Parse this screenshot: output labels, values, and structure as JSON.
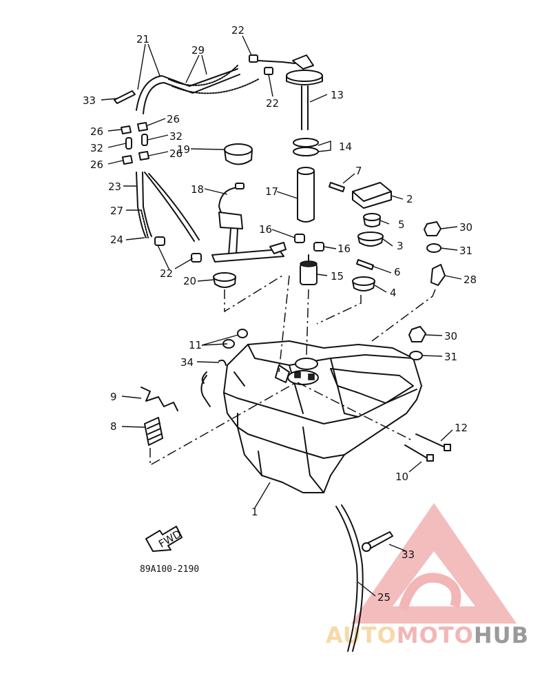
{
  "diagram": {
    "drawing_code": "89A100-2190",
    "fwd_label": "FWD",
    "callouts": [
      {
        "id": "c1",
        "text": "1"
      },
      {
        "id": "c2",
        "text": "2"
      },
      {
        "id": "c3",
        "text": "3"
      },
      {
        "id": "c4",
        "text": "4"
      },
      {
        "id": "c5",
        "text": "5"
      },
      {
        "id": "c6",
        "text": "6"
      },
      {
        "id": "c7",
        "text": "7"
      },
      {
        "id": "c8",
        "text": "8"
      },
      {
        "id": "c9",
        "text": "9"
      },
      {
        "id": "c10",
        "text": "10"
      },
      {
        "id": "c11",
        "text": "11"
      },
      {
        "id": "c12",
        "text": "12"
      },
      {
        "id": "c13",
        "text": "13"
      },
      {
        "id": "c14",
        "text": "14"
      },
      {
        "id": "c15",
        "text": "15"
      },
      {
        "id": "c16a",
        "text": "16"
      },
      {
        "id": "c16b",
        "text": "16"
      },
      {
        "id": "c17",
        "text": "17"
      },
      {
        "id": "c18",
        "text": "18"
      },
      {
        "id": "c19",
        "text": "19"
      },
      {
        "id": "c20",
        "text": "20"
      },
      {
        "id": "c21",
        "text": "21"
      },
      {
        "id": "c22a",
        "text": "22"
      },
      {
        "id": "c22b",
        "text": "22"
      },
      {
        "id": "c22c",
        "text": "22"
      },
      {
        "id": "c23",
        "text": "23"
      },
      {
        "id": "c24",
        "text": "24"
      },
      {
        "id": "c25",
        "text": "25"
      },
      {
        "id": "c26a",
        "text": "26"
      },
      {
        "id": "c26b",
        "text": "26"
      },
      {
        "id": "c26c",
        "text": "26"
      },
      {
        "id": "c26d",
        "text": "26"
      },
      {
        "id": "c27",
        "text": "27"
      },
      {
        "id": "c28",
        "text": "28"
      },
      {
        "id": "c29",
        "text": "29"
      },
      {
        "id": "c30a",
        "text": "30"
      },
      {
        "id": "c30b",
        "text": "30"
      },
      {
        "id": "c31a",
        "text": "31"
      },
      {
        "id": "c31b",
        "text": "31"
      },
      {
        "id": "c32a",
        "text": "32"
      },
      {
        "id": "c32b",
        "text": "32"
      },
      {
        "id": "c33a",
        "text": "33"
      },
      {
        "id": "c33b",
        "text": "33"
      },
      {
        "id": "c34",
        "text": "34"
      }
    ]
  },
  "watermark": {
    "part1": "AUTO",
    "part2": "MOTO",
    "part3": "HUB",
    "colors": {
      "triangle": "#f2b6b6",
      "auto": "#f7d9a8",
      "moto": "#f2b6b6",
      "hub": "#9a9a9a"
    }
  }
}
